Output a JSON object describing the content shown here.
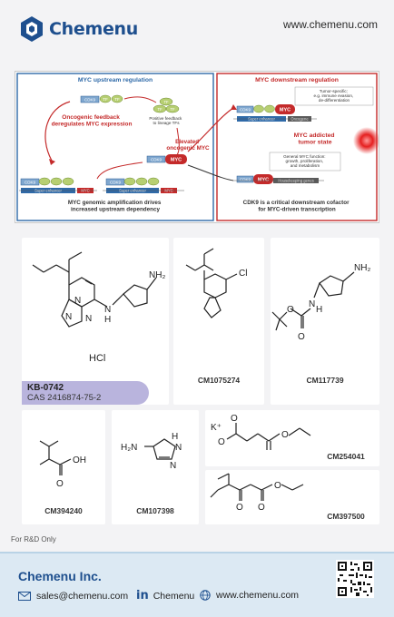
{
  "header": {
    "brand": "Chemenu",
    "website": "www.chemenu.com"
  },
  "figure": {
    "left_title": "MYC upstream regulation",
    "right_title": "MYC downstream regulation",
    "oncogenic_feedback": "Oncogenic feedback\nderegulates MYC expression",
    "positive_feedback": "Positive feedback\nto lineage TFs",
    "elevated_myc": "Elevated\noncogenic MYC",
    "amplification": "MYC genomic amplification drives\nincreased upstream dependency",
    "tumor_specific": "Tumor-specific:\ne.g. immune evasion,\nde-differentiation",
    "general_function": "General MYC function:\ngrowth, proliferation,\nand metabolism",
    "addicted": "MYC addicted\ntumor state",
    "cdk9_cofactor": "CDK9 is a critical downstream cofactor\nfor MYC-driven transcription",
    "labels": {
      "cdk9": "CDK9",
      "tf": "TF",
      "myc": "MYC",
      "super_enhancer": "Super enhancer",
      "oncogene": "Oncogene",
      "housekeeping": "Housekeeping genes"
    }
  },
  "products": {
    "main": {
      "id": "KB-0742",
      "cas": "CAS 2416874-75-2",
      "salt": "HCl",
      "amine": "NH₂",
      "nh": "N",
      "h": "H",
      "n": "N"
    },
    "p1": {
      "id": "CM1075274",
      "cl": "Cl"
    },
    "p2": {
      "id": "CM117739",
      "amine": "NH₂",
      "o": "O",
      "nh": "N",
      "h": "H"
    },
    "p3": {
      "id": "CM254041",
      "k": "K⁺",
      "o": "O"
    },
    "p4": {
      "id": "CM394240",
      "oh": "OH",
      "o": "O"
    },
    "p5": {
      "id": "CM107398",
      "amine": "H₂N",
      "n": "N",
      "h": "H"
    },
    "p6": {
      "id": "CM397500",
      "o": "O"
    }
  },
  "note": "For R&D Only",
  "footer": {
    "company": "Chemenu Inc.",
    "email": "sales@chemenu.com",
    "linkedin": "Chemenu",
    "web": "www.chemenu.com"
  }
}
